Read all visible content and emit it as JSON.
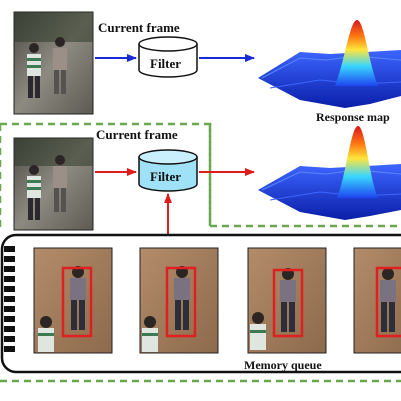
{
  "diagram": {
    "top_row": {
      "frame_label": "Current frame",
      "filter_label": "Filter",
      "output_label": "Response map"
    },
    "bottom_row": {
      "frame_label": "Current frame",
      "filter_label": "Filter"
    },
    "memory_label": "Memory queue",
    "colors": {
      "blue_arrow": "#1a2bd6",
      "red_arrow": "#e01b1b",
      "filter_plain": "#ffffff",
      "filter_highlight": "#9fe2f7",
      "dashed_box": "#6aa84f",
      "track_box": "#e02020"
    },
    "icons": [
      "filter-cylinder-icon",
      "response-map-surface-icon",
      "film-strip-icon",
      "person-crop-image",
      "frame-image"
    ]
  }
}
